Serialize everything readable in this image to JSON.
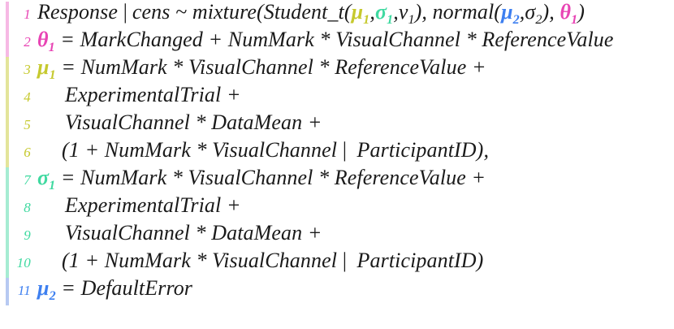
{
  "document": {
    "type": "statistical-model-formula",
    "title": "Response | cens ~ mixture(Student_t, normal)"
  },
  "colors": {
    "theta": "#e844b4",
    "mu1": "#c6c92e",
    "sigma1": "#3fd9a0",
    "mu2": "#3d7ff0",
    "text": "#1a1a1a",
    "bar_theta": "#f6b9e4",
    "bar_mu1": "#e3e49a",
    "bar_sigma1": "#a6ecd2",
    "bar_mu2": "#b7c9f2"
  },
  "lines": [
    {
      "number": "1",
      "number_color": "#e844b4",
      "bar_color": "#f6b9e4",
      "indent": 0,
      "text": "Response | cens ~ mixture(Student_t(μ₁,σ₁,ν₁), normal(μ₂,σ₂), θ₁)",
      "tokens": [
        {
          "t": "Response | cens ~ mixture(Student_t(",
          "c": "#1a1a1a",
          "bold": false
        },
        {
          "t": "μ",
          "sub": "1",
          "c": "#c6c92e",
          "bold": true
        },
        {
          "t": ",",
          "c": "#1a1a1a",
          "bold": false
        },
        {
          "t": "σ",
          "sub": "1",
          "c": "#3fd9a0",
          "bold": true
        },
        {
          "t": ",",
          "c": "#1a1a1a",
          "bold": false
        },
        {
          "t": "ν",
          "sub": "1",
          "c": "#1a1a1a",
          "bold": false
        },
        {
          "t": "), normal(",
          "c": "#1a1a1a",
          "bold": false
        },
        {
          "t": "μ",
          "sub": "2",
          "c": "#3d7ff0",
          "bold": true
        },
        {
          "t": ",",
          "c": "#1a1a1a",
          "bold": false
        },
        {
          "t": "σ",
          "sub": "2",
          "c": "#1a1a1a",
          "bold": false
        },
        {
          "t": "), ",
          "c": "#1a1a1a",
          "bold": false
        },
        {
          "t": "θ",
          "sub": "1",
          "c": "#e844b4",
          "bold": true
        },
        {
          "t": ")",
          "c": "#1a1a1a",
          "bold": false
        }
      ]
    },
    {
      "number": "2",
      "number_color": "#e844b4",
      "bar_color": "#f6b9e4",
      "indent": 0,
      "text": "θ₁ = MarkChanged + NumMark * VisualChannel * ReferenceValue",
      "tokens": [
        {
          "t": "θ",
          "sub": "1",
          "c": "#e844b4",
          "bold": true
        },
        {
          "t": " = MarkChanged + NumMark * VisualChannel * ReferenceValue",
          "c": "#1a1a1a",
          "bold": false
        }
      ]
    },
    {
      "number": "3",
      "number_color": "#c6c92e",
      "bar_color": "#e3e49a",
      "indent": 0,
      "text": "μ₁ = NumMark * VisualChannel * ReferenceValue +",
      "tokens": [
        {
          "t": "μ",
          "sub": "1",
          "c": "#c6c92e",
          "bold": true
        },
        {
          "t": " = NumMark * VisualChannel * ReferenceValue +",
          "c": "#1a1a1a",
          "bold": false
        }
      ]
    },
    {
      "number": "4",
      "number_color": "#c6c92e",
      "bar_color": "#e3e49a",
      "indent": 1,
      "text": "ExperimentalTrial +",
      "tokens": [
        {
          "t": "ExperimentalTrial +",
          "c": "#1a1a1a",
          "bold": false
        }
      ]
    },
    {
      "number": "5",
      "number_color": "#c6c92e",
      "bar_color": "#e3e49a",
      "indent": 1,
      "text": "VisualChannel * DataMean +",
      "tokens": [
        {
          "t": "VisualChannel * DataMean +",
          "c": "#1a1a1a",
          "bold": false
        }
      ]
    },
    {
      "number": "6",
      "number_color": "#c6c92e",
      "bar_color": "#e3e49a",
      "indent": 2,
      "text": "(1 + NumMark * VisualChannel | ParticipantID),",
      "tokens": [
        {
          "t": "(1 + NumMark * VisualChannel |  ParticipantID),",
          "c": "#1a1a1a",
          "bold": false
        }
      ]
    },
    {
      "number": "7",
      "number_color": "#3fd9a0",
      "bar_color": "#a6ecd2",
      "indent": 0,
      "text": "σ₁ = NumMark * VisualChannel * ReferenceValue +",
      "tokens": [
        {
          "t": "σ",
          "sub": "1",
          "c": "#3fd9a0",
          "bold": true
        },
        {
          "t": " = NumMark * VisualChannel * ReferenceValue +",
          "c": "#1a1a1a",
          "bold": false
        }
      ]
    },
    {
      "number": "8",
      "number_color": "#3fd9a0",
      "bar_color": "#a6ecd2",
      "indent": 1,
      "text": "ExperimentalTrial +",
      "tokens": [
        {
          "t": "ExperimentalTrial +",
          "c": "#1a1a1a",
          "bold": false
        }
      ]
    },
    {
      "number": "9",
      "number_color": "#3fd9a0",
      "bar_color": "#a6ecd2",
      "indent": 1,
      "text": "VisualChannel * DataMean +",
      "tokens": [
        {
          "t": "VisualChannel * DataMean +",
          "c": "#1a1a1a",
          "bold": false
        }
      ]
    },
    {
      "number": "10",
      "number_color": "#3fd9a0",
      "bar_color": "#a6ecd2",
      "indent": 2,
      "text": "(1 + NumMark * VisualChannel | ParticipantID)",
      "tokens": [
        {
          "t": "(1 + NumMark * VisualChannel |  ParticipantID)",
          "c": "#1a1a1a",
          "bold": false
        }
      ]
    },
    {
      "number": "11",
      "number_color": "#3d7ff0",
      "bar_color": "#b7c9f2",
      "indent": 0,
      "text": "μ₂ = DefaultError",
      "tokens": [
        {
          "t": "μ",
          "sub": "2",
          "c": "#3d7ff0",
          "bold": true
        },
        {
          "t": " = DefaultError",
          "c": "#1a1a1a",
          "bold": false
        }
      ]
    }
  ]
}
